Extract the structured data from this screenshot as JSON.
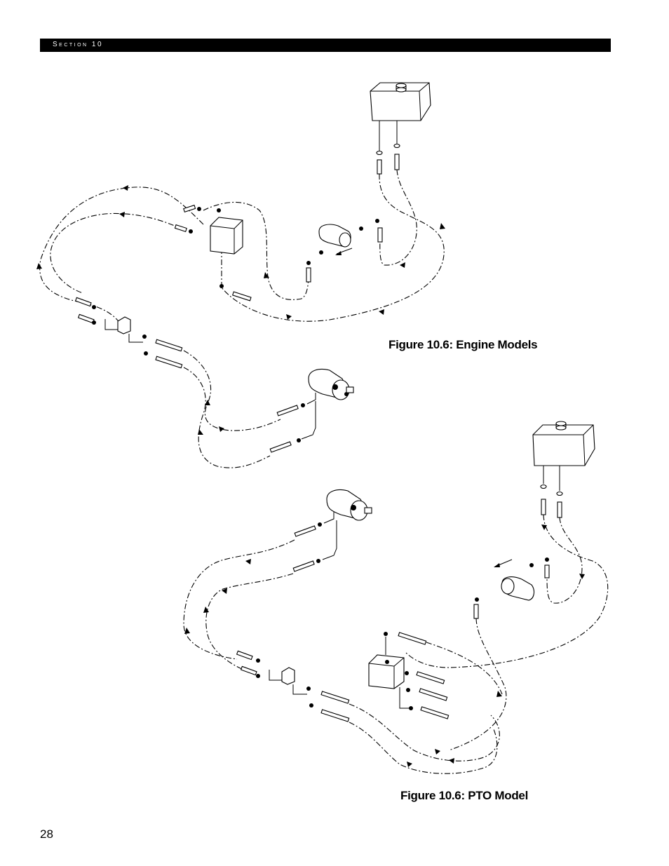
{
  "header": {
    "section_label": "Section 10"
  },
  "figures": [
    {
      "caption": "Figure 10.6:  Engine Models"
    },
    {
      "caption": "Figure 10.6:  PTO Model"
    }
  ],
  "footer": {
    "page_number": "28"
  }
}
